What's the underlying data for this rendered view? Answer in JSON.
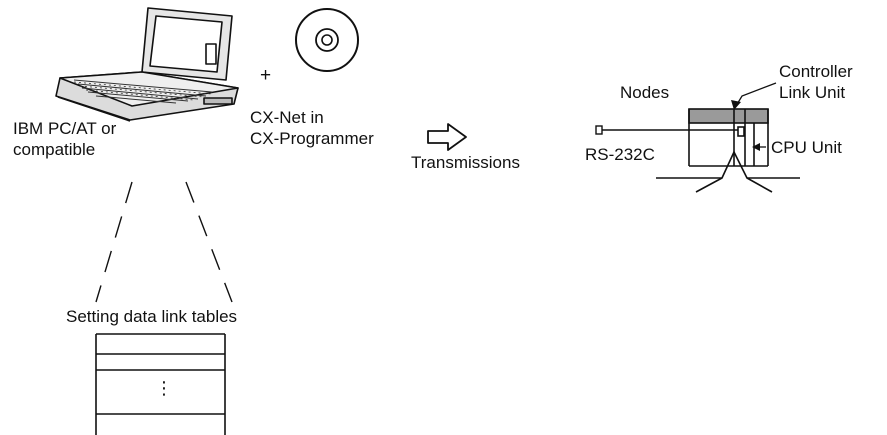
{
  "computer": {
    "label_line1": "IBM PC/AT or",
    "label_line2": "compatible",
    "icon": "laptop-icon"
  },
  "software": {
    "plus": "+",
    "label_line1": "CX-Net in",
    "label_line2": "CX-Programmer",
    "icon": "cd-disc-icon"
  },
  "transfer": {
    "label": "Transmissions",
    "icon": "right-arrow-icon"
  },
  "plc": {
    "nodes_label": "Nodes",
    "controller_label_line1": "Controller",
    "controller_label_line2": "Link Unit",
    "cpu_label": "CPU Unit",
    "serial_label": "RS-232C"
  },
  "tables": {
    "label": "Setting data link tables",
    "ellipsis": "⋮"
  },
  "colors": {
    "line": "#111111",
    "unit_fill": "#9a9a9a",
    "laptop_fill": "#d8d8d8",
    "background": "#ffffff"
  }
}
